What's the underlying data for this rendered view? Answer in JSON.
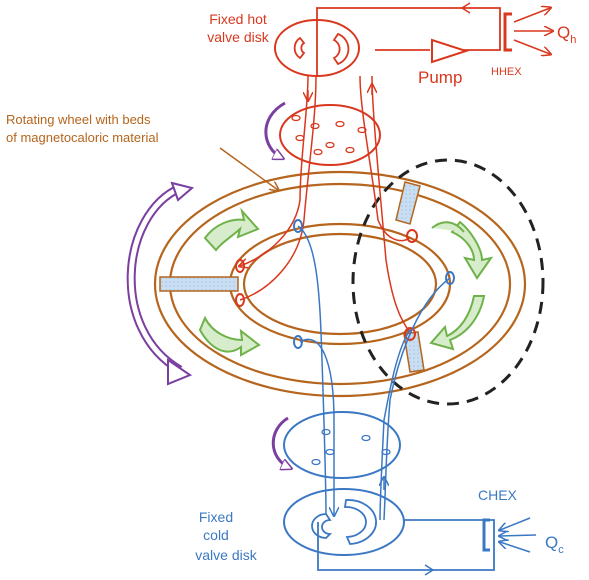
{
  "labels": {
    "hot_disk_line1": "Fixed hot",
    "hot_disk_line2": "valve disk",
    "pump": "Pump",
    "hhex": "HHEX",
    "qh": "Q",
    "qh_sub": "h",
    "wheel_line1": "Rotating wheel with beds",
    "wheel_line2": "of magnetocaloric material",
    "chex": "CHEX",
    "qc": "Q",
    "qc_sub": "c",
    "cold_disk_line1": "Fixed",
    "cold_disk_line2": "cold",
    "cold_disk_line3": "valve disk"
  },
  "colors": {
    "hot": "#d9381e",
    "cold": "#3b78c4",
    "wheel": "#b5651d",
    "wheel_text": "#b5651d",
    "rotation": "#7a3fa0",
    "field_arrow": "#6fb24a",
    "magnet_zone": "#222222",
    "bed_fill": "#c9def2"
  }
}
